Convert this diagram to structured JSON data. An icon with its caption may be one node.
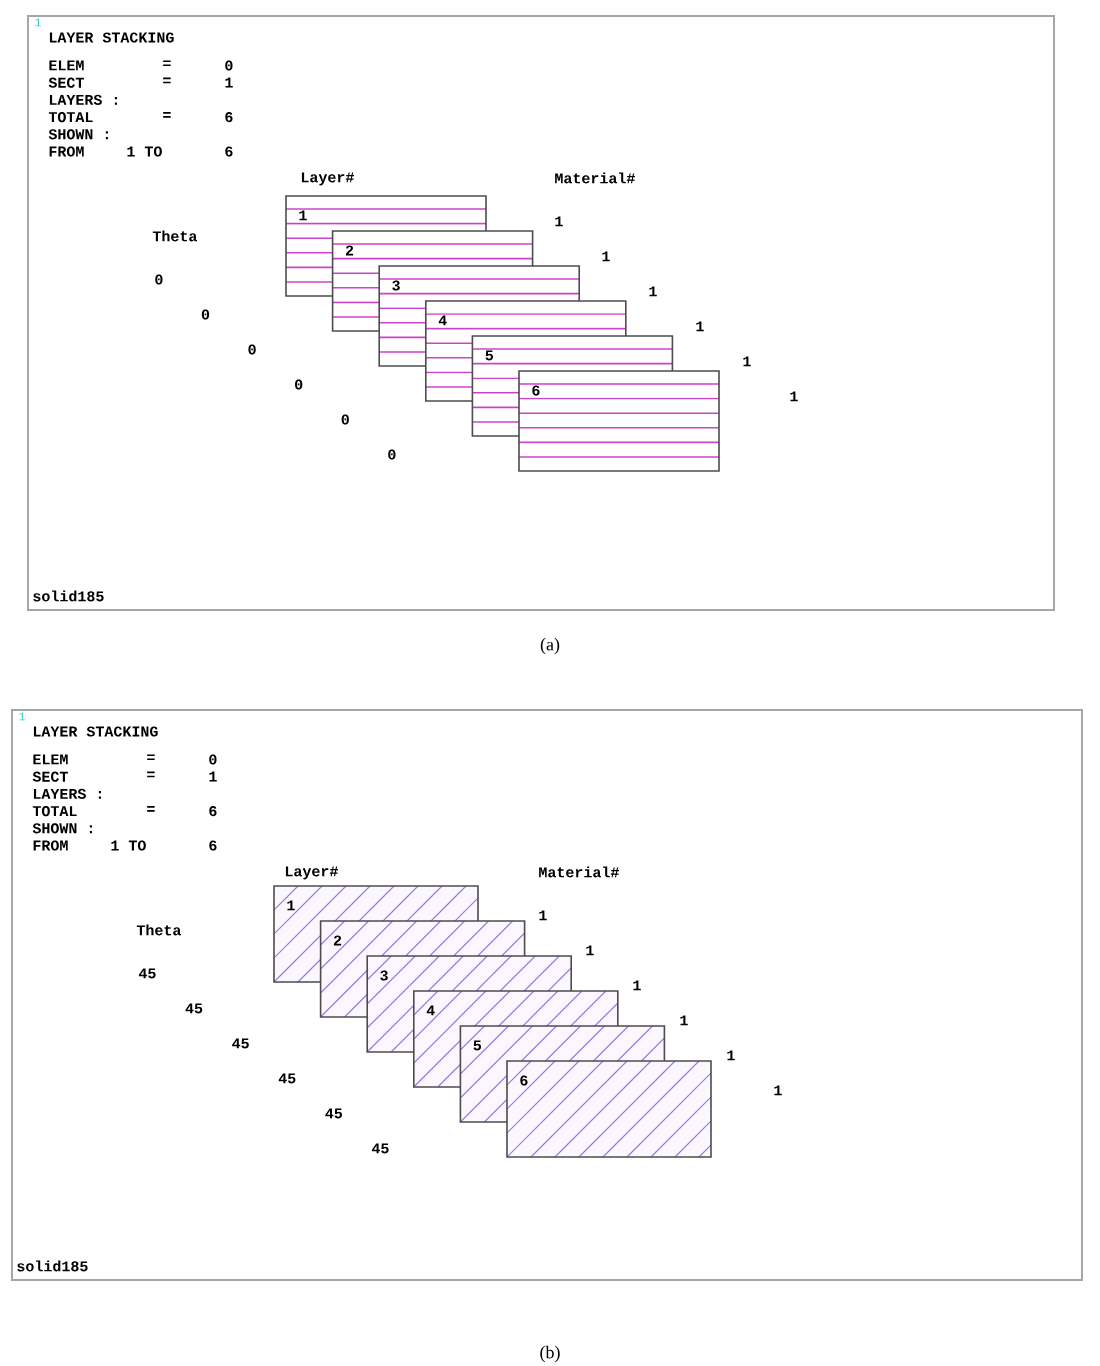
{
  "diagram": {
    "nodes": [
      {
        "text": [
          "1"
        ]
      },
      {
        "text": [
          "2"
        ]
      },
      {
        "text": [
          "3"
        ]
      },
      {
        "text": [
          "4"
        ]
      },
      {
        "text": [
          "5"
        ]
      },
      {
        "text": [
          "6"
        ]
      },
      {
        "text": [
          "1"
        ]
      },
      {
        "text": [
          "2"
        ]
      },
      {
        "text": [
          "3"
        ]
      },
      {
        "text": [
          "4"
        ]
      },
      {
        "text": [
          "5"
        ]
      },
      {
        "text": [
          "6"
        ]
      }
    ],
    "labels": [
      "1",
      "LAYER STACKING",
      "ELEM",
      "=",
      "0",
      "SECT",
      "=",
      "1",
      "LAYERS :",
      "TOTAL",
      "=",
      "6",
      "SHOWN :",
      "FROM",
      "1 TO",
      "6",
      "Layer#",
      "Material#",
      "Theta",
      "0",
      "0",
      "0",
      "0",
      "0",
      "0",
      "1",
      "1",
      "1",
      "1",
      "1",
      "1",
      "solid185",
      "(a)",
      "1",
      "LAYER STACKING",
      "ELEM",
      "=",
      "0",
      "SECT",
      "=",
      "1",
      "LAYERS :",
      "TOTAL",
      "=",
      "6",
      "SHOWN :",
      "FROM",
      "1 TO",
      "6",
      "Layer#",
      "Material#",
      "Theta",
      "45",
      "45",
      "45",
      "45",
      "45",
      "45",
      "1",
      "1",
      "1",
      "1",
      "1",
      "1",
      "solid185",
      "(b)"
    ]
  }
}
